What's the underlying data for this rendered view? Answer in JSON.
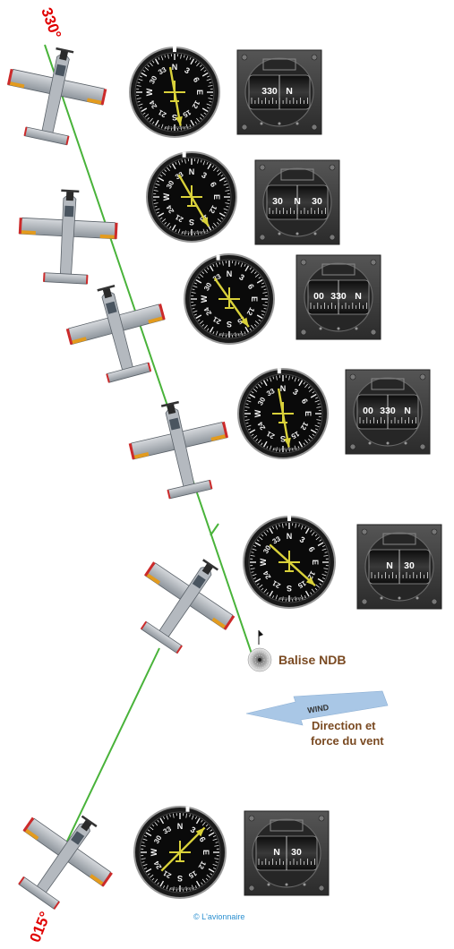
{
  "headings": {
    "start": "330°",
    "end": "015°"
  },
  "beacon": {
    "label": "Balise NDB"
  },
  "wind": {
    "arrow_text": "WIND",
    "line1": "Direction et",
    "line2": "force du vent"
  },
  "credit": "© L'avionnaire",
  "adf_scale": [
    "N",
    "3",
    "6",
    "E",
    "12",
    "15",
    "S",
    "21",
    "24",
    "W",
    "30",
    "33"
  ],
  "adf_brand": "BENDIX/KING",
  "steps": [
    {
      "compass": [
        "330",
        "N"
      ]
    },
    {
      "compass": [
        "30",
        "N",
        "30"
      ]
    },
    {
      "compass": [
        "00",
        "330",
        "N"
      ]
    },
    {
      "compass": [
        "00",
        "330",
        "N"
      ]
    },
    {
      "compass": [
        "N",
        "30"
      ]
    },
    {
      "compass": [
        "N",
        "30"
      ]
    }
  ],
  "colors": {
    "track": "#49b33a",
    "heading_label": "#e00000",
    "ndb_label": "#7a4a22",
    "needle": "#d9d13a",
    "wind_arrow": "#a9c7e6",
    "credit": "#2a8fd0"
  }
}
